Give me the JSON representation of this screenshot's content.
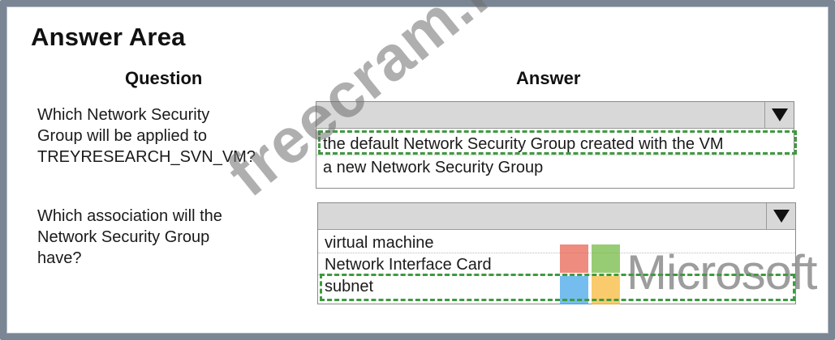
{
  "title": "Answer Area",
  "headers": {
    "question": "Question",
    "answer": "Answer"
  },
  "questions": [
    {
      "text_lines": [
        "Which Network Security",
        "Group will be applied to",
        "TREYRESEARCH_SVN_VM?"
      ],
      "options": [
        "the default Network Security Group created with the VM",
        "a new Network Security Group"
      ],
      "highlighted_option_index": 0
    },
    {
      "text_lines": [
        "Which association will the",
        "Network Security Group",
        "have?"
      ],
      "options": [
        "virtual machine",
        "Network Interface Card",
        "subnet"
      ],
      "highlighted_option_index": 2
    }
  ],
  "colors": {
    "frame": "#7a8694",
    "highlight": "#3f9a3f",
    "dropdown_header": "#d8d8d8"
  },
  "logo": {
    "word": "Microsoft",
    "icon": "microsoft-windows-logo"
  },
  "watermark": "freecram.net"
}
